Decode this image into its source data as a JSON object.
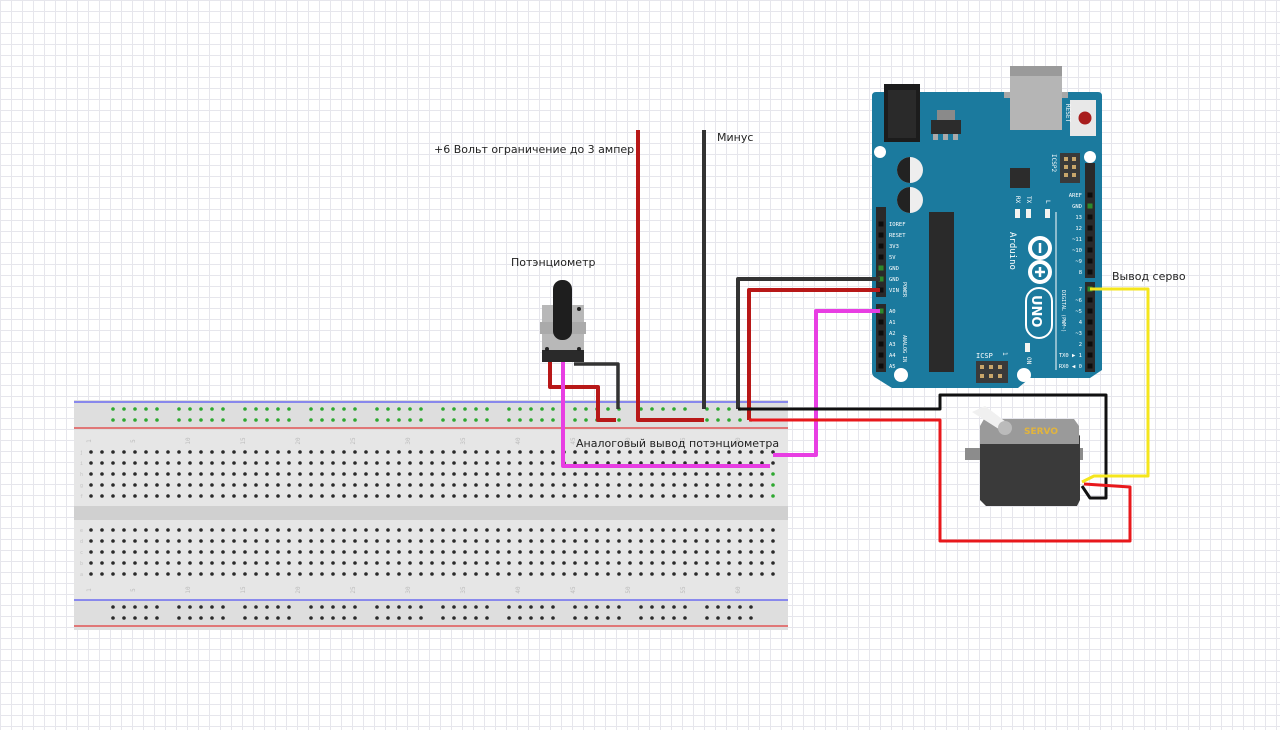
{
  "annotations": {
    "power_plus": "+6 Вольт  ограничение до 3 ампер",
    "power_minus": "Минус",
    "potentiometer": "Потэнциометр",
    "analog_out": "Аналоговый вывод потэнциометра",
    "servo_out": "Вывод серво"
  },
  "arduino": {
    "brand": "Arduino",
    "model": "UNO",
    "reset_label": "RESET",
    "icsp2_label": "ICSP2",
    "icsp_label": "ICSP",
    "icsp_pin1": "1",
    "on_label": "ON",
    "tx_label": "TX",
    "rx_label": "RX",
    "l_label": "L",
    "power_header_title": "POWER",
    "analog_header_title": "ANALOG IN",
    "digital_header_title": "DIGITAL (PWM~)",
    "power_pins": [
      "IOREF",
      "RESET",
      "3V3",
      "5V",
      "GND",
      "GND",
      "VIN"
    ],
    "analog_pins": [
      "A0",
      "A1",
      "A2",
      "A3",
      "A4",
      "A5"
    ],
    "digital_top_pins": [
      "AREF",
      "GND",
      "13",
      "12",
      "~11",
      "~10",
      "~9",
      "8"
    ],
    "digital_bottom_pins": [
      "7",
      "~6",
      "~5",
      "4",
      "~3",
      "2",
      "TX0 ▶ 1",
      "RX0 ◀ 0"
    ]
  },
  "servo": {
    "label": "SERVO"
  },
  "breadboard": {
    "columns": 63,
    "column_labels": [
      "1",
      "5",
      "10",
      "15",
      "20",
      "25",
      "30",
      "35",
      "40",
      "45",
      "50",
      "55",
      "60"
    ],
    "top_rows": [
      "j",
      "i",
      "h",
      "g",
      "f"
    ],
    "bottom_rows": [
      "e",
      "d",
      "c",
      "b",
      "a"
    ]
  },
  "wires": [
    {
      "name": "supply-plus-wire",
      "color": "#c1121f"
    },
    {
      "name": "supply-minus-wire",
      "color": "#333333"
    },
    {
      "name": "pot-analog-wire",
      "color": "#ee3ee8"
    },
    {
      "name": "servo-signal-wire",
      "color": "#f6e82a"
    },
    {
      "name": "servo-power-wire",
      "color": "#e8181c"
    },
    {
      "name": "servo-ground-wire",
      "color": "#111111"
    }
  ],
  "colors": {
    "arduino_board": "#1b7a9e",
    "breadboard": "#dcdcdc",
    "rail_blue": "#5a5af0",
    "rail_red": "#e05555",
    "connected_hole": "#2ea830"
  }
}
